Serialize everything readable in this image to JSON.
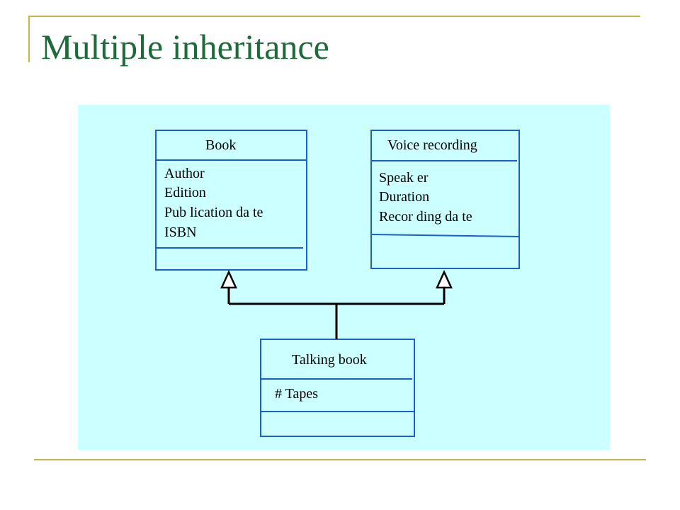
{
  "title": "Multiple inheritance",
  "diagram": {
    "classes": [
      {
        "name": "Book",
        "attributes": [
          "Author",
          "Edition",
          "Pub lication da te",
          "ISBN"
        ]
      },
      {
        "name": "Voice recording",
        "attributes": [
          "Speak er",
          "Duration",
          "Recor ding da te"
        ]
      },
      {
        "name": "Talking book",
        "attributes": [
          "# Tapes"
        ]
      }
    ],
    "relationships": [
      {
        "type": "generalization",
        "from": "Talking book",
        "to": "Book"
      },
      {
        "type": "generalization",
        "from": "Talking book",
        "to": "Voice recording"
      }
    ],
    "colors": {
      "background": "#ccffff",
      "box_outline": "#1a5fd0",
      "arrow": "#000000",
      "title": "#1d6a3a",
      "frame": "#c9b24a"
    }
  }
}
